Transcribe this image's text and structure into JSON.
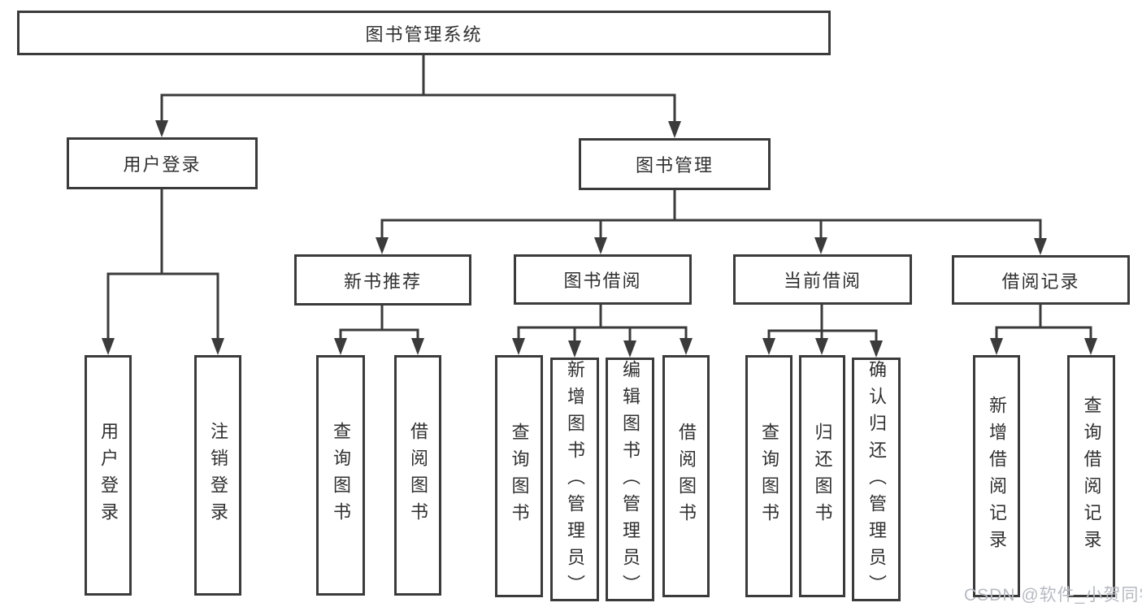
{
  "diagram": {
    "root": {
      "label": "图书管理系统"
    },
    "level2": [
      {
        "id": "user-login",
        "label": "用户登录"
      },
      {
        "id": "book-management",
        "label": "图书管理"
      }
    ],
    "level3": [
      {
        "id": "new-book-recommend",
        "label": "新书推荐"
      },
      {
        "id": "book-borrowing",
        "label": "图书借阅"
      },
      {
        "id": "current-borrowing",
        "label": "当前借阅"
      },
      {
        "id": "borrowing-records",
        "label": "借阅记录"
      }
    ],
    "leaves": [
      {
        "parent": "user-login",
        "label": "用户登录"
      },
      {
        "parent": "user-login",
        "label": "注销登录"
      },
      {
        "parent": "new-book-recommend",
        "label": "查询图书"
      },
      {
        "parent": "new-book-recommend",
        "label": "借阅图书"
      },
      {
        "parent": "book-borrowing",
        "label": "查询图书"
      },
      {
        "parent": "book-borrowing",
        "label": "新增图书（管理员）"
      },
      {
        "parent": "book-borrowing",
        "label": "编辑图书（管理员）"
      },
      {
        "parent": "book-borrowing",
        "label": "借阅图书"
      },
      {
        "parent": "current-borrowing",
        "label": "查询图书"
      },
      {
        "parent": "current-borrowing",
        "label": "归还图书"
      },
      {
        "parent": "current-borrowing",
        "label": "确认归还（管理员）"
      },
      {
        "parent": "borrowing-records",
        "label": "新增借阅记录"
      },
      {
        "parent": "borrowing-records",
        "label": "查询借阅记录"
      }
    ],
    "watermark": "CSDN @软件_小贺同学",
    "colors": {
      "line": "#3b3b3b",
      "text": "#303030",
      "watermark": "#b6bac2",
      "background": "#ffffff"
    }
  }
}
